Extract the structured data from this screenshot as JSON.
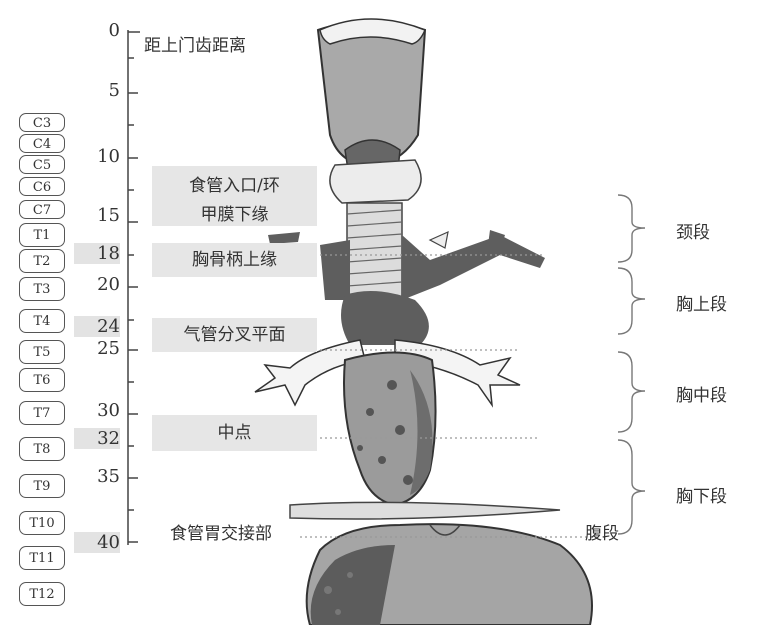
{
  "scale": {
    "title": "距上门齿距离",
    "ticks": [
      "0",
      "5",
      "10",
      "15",
      "18",
      "20",
      "24",
      "25",
      "30",
      "32",
      "35",
      "40"
    ]
  },
  "vertebrae": [
    "C3",
    "C4",
    "C5",
    "C6",
    "C7",
    "T1",
    "T2",
    "T3",
    "T4",
    "T5",
    "T6",
    "T7",
    "T8",
    "T9",
    "T10",
    "T11",
    "T12"
  ],
  "landmarks": {
    "entrance_line1": "食管入口/环",
    "entrance_line2": "甲膜下缘",
    "manubrium": "胸骨柄上缘",
    "carina": "气管分叉平面",
    "midpoint": "中点",
    "gej": "食管胃交接部"
  },
  "segments": {
    "cervical": "颈段",
    "upper_thoracic": "胸上段",
    "middle_thoracic": "胸中段",
    "lower_thoracic": "胸下段",
    "abdominal": "腹段"
  }
}
